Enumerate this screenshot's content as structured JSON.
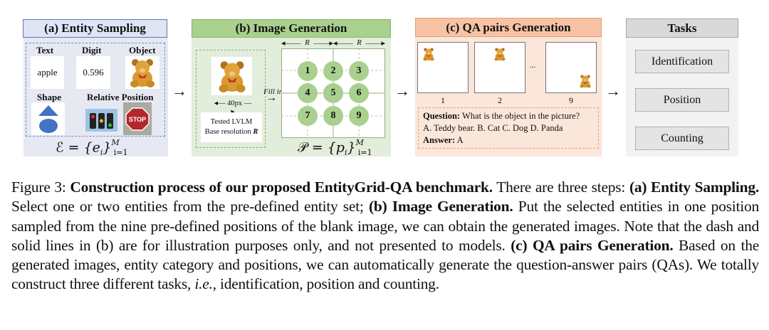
{
  "panel_a": {
    "title": "(a) Entity Sampling",
    "labels": {
      "text": "Text",
      "digit": "Digit",
      "object": "Object",
      "shape": "Shape",
      "relative_position": "Relative Position"
    },
    "text_sample": "apple",
    "digit_sample": "0.596",
    "formula": {
      "lhs": "ℰ",
      "var": "e",
      "sub": "i",
      "sup": "M",
      "range": "i=1"
    }
  },
  "panel_b": {
    "title": "(b) Image Generation",
    "resolution_label": "R",
    "fill_in_label": "Fill in",
    "size_label": "40px",
    "lvlm_line1": "Tested LVLM",
    "lvlm_line2": "Base resolution",
    "lvlm_var": "R",
    "positions": [
      "1",
      "2",
      "3",
      "4",
      "5",
      "6",
      "7",
      "8",
      "9"
    ],
    "formula": {
      "lhs": "𝒫",
      "var": "p",
      "sub": "i",
      "sup": "M",
      "range": "i=1"
    }
  },
  "panel_c": {
    "title": "(c) QA pairs Generation",
    "image_labels": [
      "1",
      "2",
      "9"
    ],
    "ellipsis": "...",
    "question_label": "Question:",
    "question": "What is the object in the picture?",
    "options": "A. Teddy bear. B. Cat C. Dog D. Panda",
    "answer_label": "Answer:",
    "answer": "A"
  },
  "panel_d": {
    "title": "Tasks",
    "tasks": [
      "Identification",
      "Position",
      "Counting"
    ]
  },
  "caption": {
    "figure_label": "Figure 3:",
    "bold_title": "Construction process of our proposed EntityGrid-QA benchmark.",
    "t1": " There are three steps: ",
    "a_head": "(a) Entity Sampling.",
    "t2": " Select one or two entities from the pre-defined entity set; ",
    "b_head": "(b) Image Generation.",
    "t3": " Put the selected entities in one position sampled from the nine pre-defined positions of the blank image, we can obtain the generated images. Note that the dash and solid lines in (b) are for illustration purposes only, and not presented to models. ",
    "c_head": "(c) QA pairs Generation.",
    "t4": " Based on the generated images, entity category and positions, we can automatically generate the question-answer pairs (QAs). We totally construct three different tasks, ",
    "ie": "i.e.",
    "t5": ", identification, position and counting."
  },
  "colors": {
    "panel_a_title": "#dfe5f5",
    "panel_b_title": "#a9d08e",
    "panel_c_title": "#f8c3a4",
    "panel_d_title": "#d9d9d9",
    "grid_circle": "#a9d08e",
    "shape_blue": "#4472c4"
  }
}
